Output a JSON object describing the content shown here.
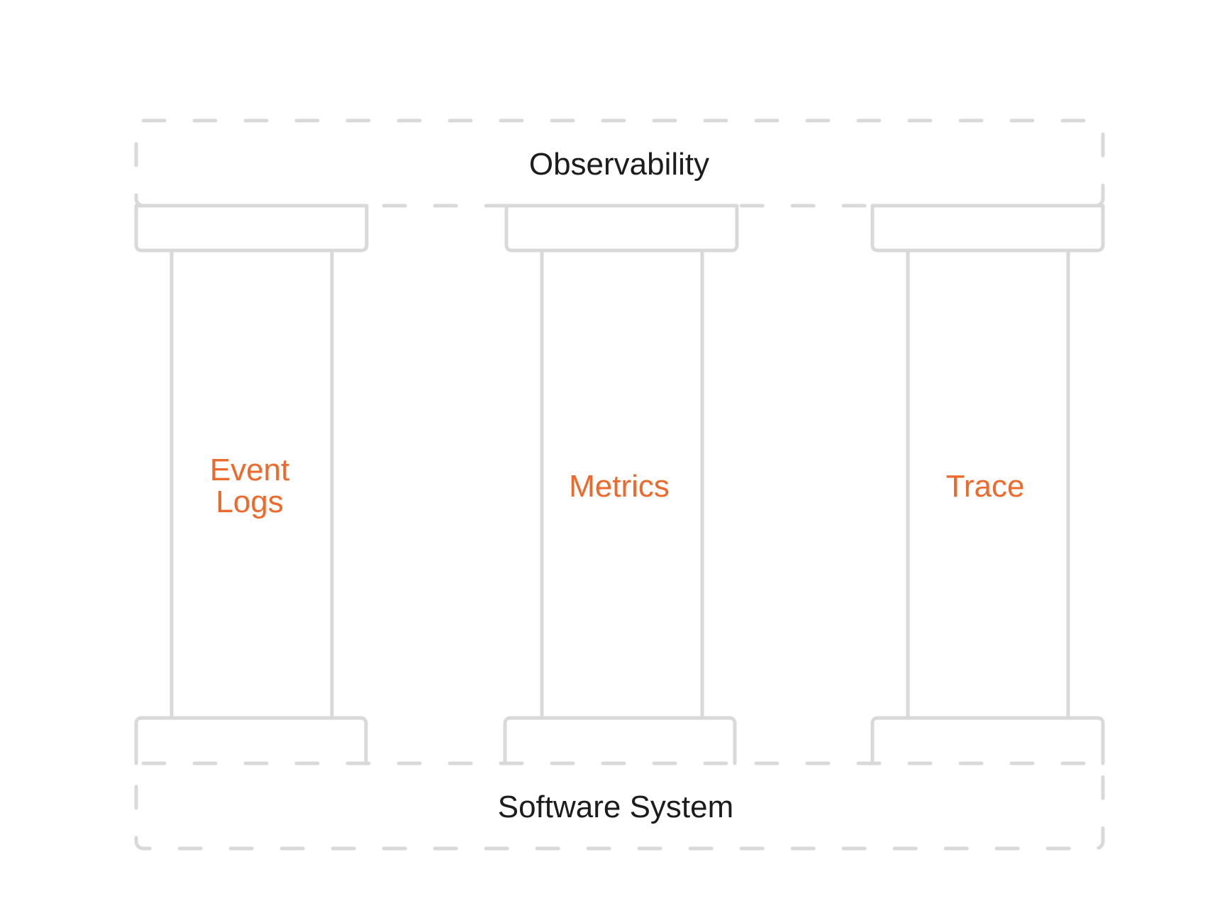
{
  "diagram": {
    "top_layer": {
      "label": "Observability"
    },
    "bottom_layer": {
      "label": "Software System"
    },
    "pillars": [
      {
        "label_lines": [
          "Event",
          "Logs"
        ]
      },
      {
        "label_lines": [
          "Metrics"
        ]
      },
      {
        "label_lines": [
          "Trace"
        ]
      }
    ],
    "colors": {
      "outline": "#d9d9d9",
      "pillar_label": "#ee6a2c",
      "layer_label": "#1c1c1c",
      "background": "#ffffff"
    }
  }
}
